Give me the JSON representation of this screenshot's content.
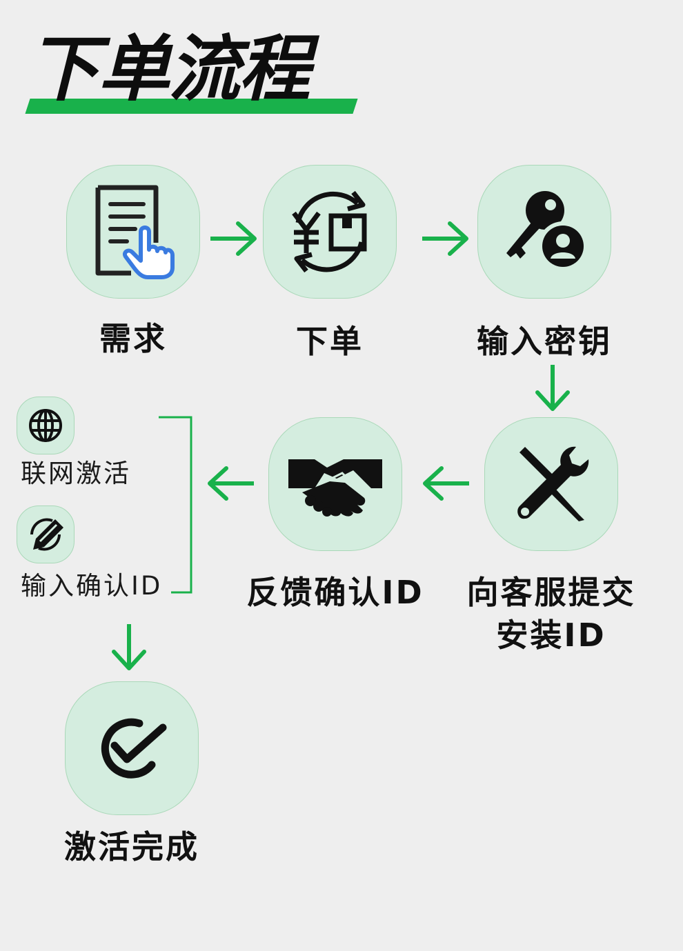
{
  "title": "下单流程",
  "steps": {
    "demand": {
      "label": "需求",
      "icon": "document-touch-icon"
    },
    "order": {
      "label": "下单",
      "icon": "yen-exchange-box-icon"
    },
    "enter_key": {
      "label": "输入密钥",
      "icon": "key-user-icon"
    },
    "submit_install_id": {
      "label_line1": "向客服提交",
      "label_line2": "安装ID",
      "icon": "wrench-screwdriver-icon"
    },
    "feedback_confirm_id": {
      "label": "反馈确认ID",
      "icon": "handshake-icon"
    },
    "online_activation": {
      "label": "联网激活",
      "icon": "globe-icon"
    },
    "enter_confirm_id": {
      "label": "输入确认ID",
      "icon": "pen-refresh-icon"
    },
    "activation_complete": {
      "label": "激活完成",
      "icon": "check-circle-icon"
    }
  },
  "colors": {
    "accent": "#19b14b",
    "card_bg": "#d4eddf",
    "card_border": "#a9d8b8",
    "touch_blue": "#3a7be0"
  }
}
